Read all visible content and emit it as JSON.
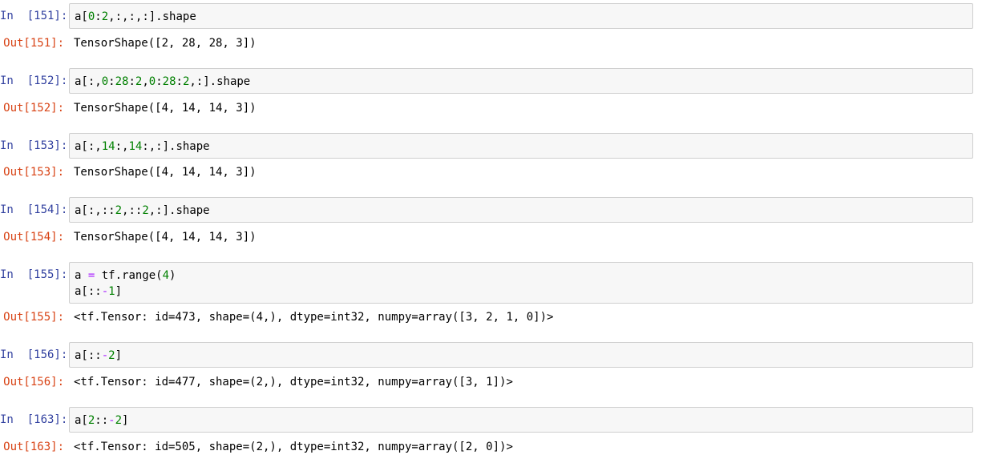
{
  "cells": [
    {
      "in_prompt": "In  [151]:",
      "out_prompt": "Out[151]:",
      "code": [
        [
          {
            "t": "a["
          },
          {
            "t": "0",
            "c": "num"
          },
          {
            "t": ":"
          },
          {
            "t": "2",
            "c": "num"
          },
          {
            "t": ",:,:,:].shape"
          }
        ]
      ],
      "output": "TensorShape([2, 28, 28, 3])"
    },
    {
      "in_prompt": "In  [152]:",
      "out_prompt": "Out[152]:",
      "code": [
        [
          {
            "t": "a[:,"
          },
          {
            "t": "0",
            "c": "num"
          },
          {
            "t": ":"
          },
          {
            "t": "28",
            "c": "num"
          },
          {
            "t": ":"
          },
          {
            "t": "2",
            "c": "num"
          },
          {
            "t": ","
          },
          {
            "t": "0",
            "c": "num"
          },
          {
            "t": ":"
          },
          {
            "t": "28",
            "c": "num"
          },
          {
            "t": ":"
          },
          {
            "t": "2",
            "c": "num"
          },
          {
            "t": ",:].shape"
          }
        ]
      ],
      "output": "TensorShape([4, 14, 14, 3])"
    },
    {
      "in_prompt": "In  [153]:",
      "out_prompt": "Out[153]:",
      "code": [
        [
          {
            "t": "a[:,"
          },
          {
            "t": "14",
            "c": "num"
          },
          {
            "t": ":,"
          },
          {
            "t": "14",
            "c": "num"
          },
          {
            "t": ":,:].shape"
          }
        ]
      ],
      "output": "TensorShape([4, 14, 14, 3])"
    },
    {
      "in_prompt": "In  [154]:",
      "out_prompt": "Out[154]:",
      "code": [
        [
          {
            "t": "a[:,::"
          },
          {
            "t": "2",
            "c": "num"
          },
          {
            "t": ",::"
          },
          {
            "t": "2",
            "c": "num"
          },
          {
            "t": ",:].shape"
          }
        ]
      ],
      "output": "TensorShape([4, 14, 14, 3])"
    },
    {
      "in_prompt": "In  [155]:",
      "out_prompt": "Out[155]:",
      "code": [
        [
          {
            "t": "a "
          },
          {
            "t": "=",
            "c": "op"
          },
          {
            "t": " tf.range("
          },
          {
            "t": "4",
            "c": "num"
          },
          {
            "t": ")"
          }
        ],
        [
          {
            "t": "a[::"
          },
          {
            "t": "-",
            "c": "op"
          },
          {
            "t": "1",
            "c": "num"
          },
          {
            "t": "]"
          }
        ]
      ],
      "output": "<tf.Tensor: id=473, shape=(4,), dtype=int32, numpy=array([3, 2, 1, 0])>"
    },
    {
      "in_prompt": "In  [156]:",
      "out_prompt": "Out[156]:",
      "code": [
        [
          {
            "t": "a[::"
          },
          {
            "t": "-",
            "c": "op"
          },
          {
            "t": "2",
            "c": "num"
          },
          {
            "t": "]"
          }
        ]
      ],
      "output": "<tf.Tensor: id=477, shape=(2,), dtype=int32, numpy=array([3, 1])>"
    },
    {
      "in_prompt": "In  [163]:",
      "out_prompt": "Out[163]:",
      "code": [
        [
          {
            "t": "a["
          },
          {
            "t": "2",
            "c": "num"
          },
          {
            "t": "::"
          },
          {
            "t": "-",
            "c": "op"
          },
          {
            "t": "2",
            "c": "num"
          },
          {
            "t": "]"
          }
        ]
      ],
      "output": "<tf.Tensor: id=505, shape=(2,), dtype=int32, numpy=array([2, 0])>"
    }
  ]
}
